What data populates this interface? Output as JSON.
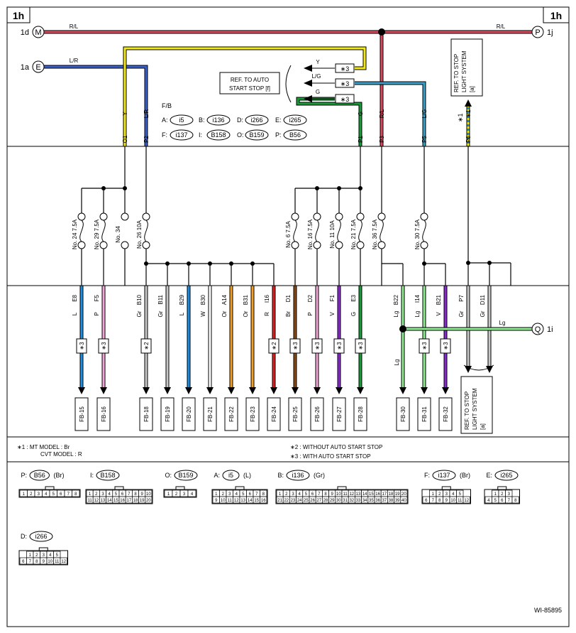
{
  "page": {
    "corner_left": "1h",
    "corner_right": "1h",
    "figure_id": "WI-85895"
  },
  "colors": {
    "R/L": "#d94a5e",
    "L/R": "#3a5fc8",
    "Y": "#f5ea10",
    "L/G": "#3aa0c8",
    "G": "#1a9b3a",
    "L": "#1e8fe0",
    "P": "#f5a6d8",
    "Gr": "#c8c8c8",
    "W": "#ffffff",
    "Or": "#f5a020",
    "R": "#e02020",
    "Br": "#8a4a10",
    "V": "#8a2ad0",
    "Lg": "#90ec90",
    "stripe_dark": "#1e8fe0",
    "stripe_light": "#f5ea10"
  },
  "terminals": [
    {
      "id": "1d",
      "letter": "M"
    },
    {
      "id": "1a",
      "letter": "E"
    },
    {
      "id": "1j",
      "letter": "P"
    },
    {
      "id": "1i",
      "letter": "Q"
    }
  ],
  "top_wire_labels": [
    "R/L",
    "R/L",
    "L/R",
    "Y",
    "L/G",
    "G"
  ],
  "ref_boxes": [
    {
      "line1": "REF. TO AUTO",
      "line2": "START STOP [f]"
    },
    {
      "line1": "REF. TO STOP",
      "line2": "LIGHT SYSTEM",
      "line3": "[a]"
    },
    {
      "line1": "REF. TO STOP",
      "line2": "LIGHT SYSTEM",
      "line3": "[a]"
    }
  ],
  "star3": "∗3",
  "star2": "∗2",
  "star1": "∗1",
  "fb_title": "F/B",
  "fb_legend": [
    {
      "key": "A:",
      "val": "i5"
    },
    {
      "key": "B:",
      "val": "i136"
    },
    {
      "key": "D:",
      "val": "i266"
    },
    {
      "key": "E:",
      "val": "i265"
    },
    {
      "key": "F:",
      "val": "i137"
    },
    {
      "key": "I:",
      "val": "B158"
    },
    {
      "key": "O:",
      "val": "B159"
    },
    {
      "key": "P:",
      "val": "B56"
    }
  ],
  "upper_pins": [
    {
      "color": "Y",
      "pin": "O1"
    },
    {
      "color": "L/R",
      "pin": "P2"
    },
    {
      "color": "G",
      "pin": "P1"
    },
    {
      "color": "R/L",
      "pin": "P3"
    },
    {
      "color": "L/G",
      "pin": "P5"
    },
    {
      "color": "∗1",
      "pin": "P6"
    }
  ],
  "fuses": [
    "No. 24  7.5A",
    "No. 29  7.5A",
    "No. 34",
    "No. 26  10A",
    "No. 6  7.5A",
    "No. 16  7.5A",
    "No. 11  10A",
    "No. 21  7.5A",
    "No. 36  7.5A",
    "No. 30  7.5A"
  ],
  "outputs": [
    {
      "pin": "E8",
      "color": "L",
      "star": "∗3",
      "fb": "FB-15"
    },
    {
      "pin": "F5",
      "color": "P",
      "star": "∗3",
      "fb": "FB-16"
    },
    {
      "pin": "B10",
      "color": "Gr",
      "star": "∗2",
      "fb": "FB-18"
    },
    {
      "pin": "B11",
      "color": "Gr",
      "star": "",
      "fb": "FB-19"
    },
    {
      "pin": "B29",
      "color": "L",
      "star": "",
      "fb": "FB-20"
    },
    {
      "pin": "B30",
      "color": "W",
      "star": "",
      "fb": "FB-21"
    },
    {
      "pin": "A14",
      "color": "Or",
      "star": "",
      "fb": "FB-22"
    },
    {
      "pin": "B31",
      "color": "Or",
      "star": "",
      "fb": "FB-23"
    },
    {
      "pin": "I16",
      "color": "R",
      "star": "∗2",
      "fb": "FB-24"
    },
    {
      "pin": "D1",
      "color": "Br",
      "star": "∗3",
      "fb": "FB-25"
    },
    {
      "pin": "D2",
      "color": "P",
      "star": "∗3",
      "fb": "FB-26"
    },
    {
      "pin": "F1",
      "color": "V",
      "star": "∗3",
      "fb": "FB-27"
    },
    {
      "pin": "E3",
      "color": "G",
      "star": "∗3",
      "fb": "FB-28"
    },
    {
      "pin": "B22",
      "color": "Lg",
      "star": "",
      "fb": "FB-30"
    },
    {
      "pin": "I14",
      "color": "Lg",
      "star": "∗3",
      "fb": "FB-31"
    },
    {
      "pin": "B21",
      "color": "V",
      "star": "∗3",
      "fb": "FB-32"
    },
    {
      "pin": "P7",
      "color": "Gr",
      "star": "",
      "fb": ""
    },
    {
      "pin": "D11",
      "color": "Gr",
      "star": "",
      "fb": ""
    }
  ],
  "lg_wire_label": "Lg",
  "lg_wire_label2": "Lg",
  "notes": {
    "n1a": "∗1  : MT MODEL  : Br",
    "n1b": "CVT MODEL  : R",
    "n2": "∗2  : WITHOUT AUTO START STOP",
    "n3": "∗3  : WITH AUTO START STOP"
  },
  "connectors": [
    {
      "prefix": "P:",
      "name": "B56",
      "suffix": "(Br)",
      "rows": [
        [
          "1",
          "2",
          "3",
          "4",
          "5",
          "6",
          "7",
          "8"
        ]
      ]
    },
    {
      "prefix": "I:",
      "name": "B158",
      "suffix": "",
      "rows": [
        [
          "1",
          "2",
          "3",
          "4",
          "5",
          "6",
          "7",
          "8",
          "9",
          "10"
        ],
        [
          "11",
          "12",
          "13",
          "14",
          "15",
          "16",
          "17",
          "18",
          "19",
          "20"
        ]
      ]
    },
    {
      "prefix": "O:",
      "name": "B159",
      "suffix": "",
      "rows": [
        [
          "1",
          "2",
          "3",
          "4"
        ]
      ]
    },
    {
      "prefix": "A:",
      "name": "i5",
      "suffix": "(L)",
      "rows": [
        [
          "1",
          "2",
          "3",
          "4",
          "5",
          "6",
          "7",
          "8"
        ],
        [
          "9",
          "10",
          "11",
          "12",
          "13",
          "14",
          "15",
          "16"
        ]
      ]
    },
    {
      "prefix": "B:",
      "name": "i136",
      "suffix": "(Gr)",
      "rows": [
        [
          "1",
          "2",
          "3",
          "4",
          "5",
          "6",
          "7",
          "8",
          "9",
          "10",
          "11",
          "12",
          "13",
          "14",
          "15",
          "16",
          "17",
          "18",
          "19",
          "20"
        ],
        [
          "21",
          "22",
          "23",
          "24",
          "25",
          "26",
          "27",
          "28",
          "29",
          "30",
          "31",
          "32",
          "33",
          "34",
          "35",
          "36",
          "37",
          "38",
          "39",
          "40"
        ]
      ]
    },
    {
      "prefix": "F:",
      "name": "i137",
      "suffix": "(Br)",
      "rows": [
        [
          "1",
          "2",
          "3",
          "4",
          "5"
        ],
        [
          "6",
          "7",
          "8",
          "9",
          "10",
          "11",
          "12"
        ]
      ]
    },
    {
      "prefix": "E:",
      "name": "i265",
      "suffix": "",
      "rows": [
        [
          "1",
          "2",
          "3"
        ],
        [
          "4",
          "5",
          "6",
          "7",
          "8"
        ]
      ]
    },
    {
      "prefix": "D:",
      "name": "i266",
      "suffix": "",
      "rows": [
        [
          "1",
          "2",
          "3",
          "4",
          "5"
        ],
        [
          "6",
          "7",
          "8",
          "9",
          "10",
          "11",
          "12"
        ]
      ]
    }
  ]
}
